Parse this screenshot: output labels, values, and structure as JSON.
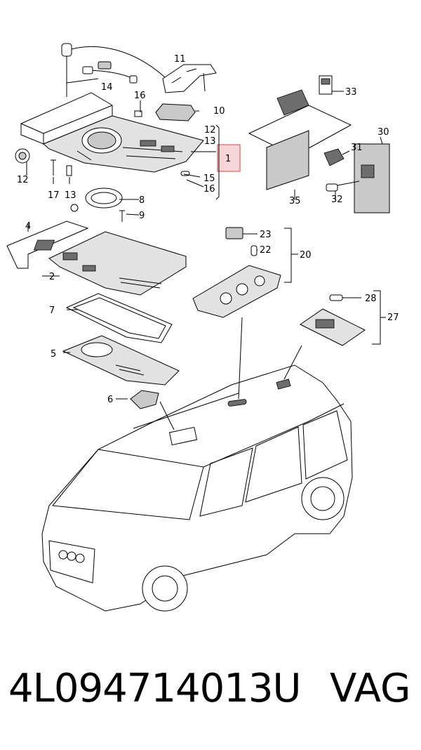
{
  "callouts": {
    "c1": "1",
    "c2": "2",
    "c4": "4",
    "c5": "5",
    "c6": "6",
    "c7": "7",
    "c8": "8",
    "c9": "9",
    "c10": "10",
    "c11": "11",
    "c12a": "12",
    "c12b": "12",
    "c13a": "13",
    "c13b": "13",
    "c14": "14",
    "c15": "15",
    "c16a": "16",
    "c16b": "16",
    "c17": "17",
    "c20": "20",
    "c22": "22",
    "c23": "23",
    "c27": "27",
    "c28": "28",
    "c30": "30",
    "c31": "31",
    "c32": "32",
    "c33": "33",
    "c35": "35"
  },
  "footer": {
    "part_number": "4L094714013U",
    "brand": "VAG"
  },
  "colors": {
    "highlight": "#e06060",
    "line": "#000000"
  }
}
